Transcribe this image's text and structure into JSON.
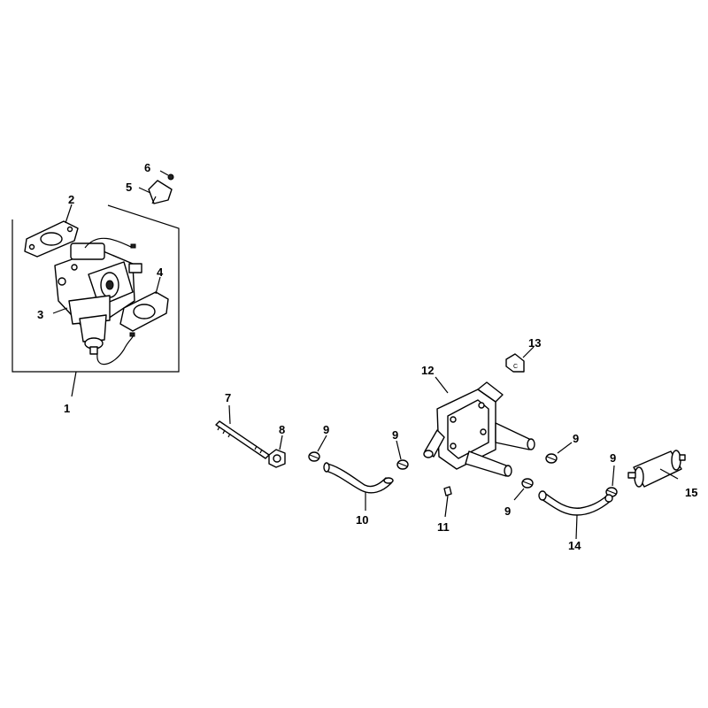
{
  "diagram": {
    "callouts": {
      "c1": "1",
      "c2": "2",
      "c3": "3",
      "c4": "4",
      "c5": "5",
      "c6": "6",
      "c7": "7",
      "c8": "8",
      "c9a": "9",
      "c9b": "9",
      "c9c": "9",
      "c9d": "9",
      "c9e": "9",
      "c10": "10",
      "c11": "11",
      "c12": "12",
      "c13": "13",
      "c14": "14",
      "c15": "15"
    }
  }
}
